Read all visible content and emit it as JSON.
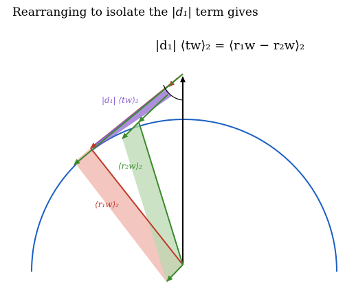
{
  "heading": {
    "prefix": "Rearranging to isolate the ",
    "math": "|d₁|",
    "suffix": " term gives"
  },
  "equation": "|d₁| ⟨tw⟩₂ = ⟨r₁w − r₂w⟩₂",
  "labels": {
    "d1_tw": "|d₁| ⟨tw⟩₂",
    "r2w": "⟨r₂w⟩₂",
    "r1w": "⟨r₁w⟩₂"
  },
  "colors": {
    "circle": "#1a5fc4",
    "green": "#3a8a2a",
    "green_fill": "#b9d9b0",
    "red": "#c0392b",
    "red_fill": "#f0b8b0",
    "purple": "#8a5fd0",
    "black": "#000000"
  }
}
